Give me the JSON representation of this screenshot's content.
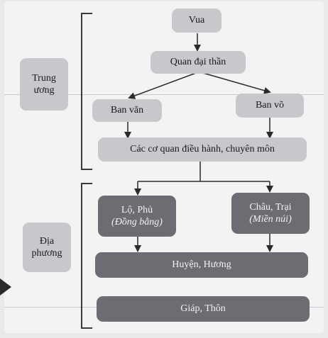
{
  "diagram": {
    "central_label": [
      "Trung",
      "ương"
    ],
    "local_label": [
      "Địa",
      "phương"
    ],
    "nodes": {
      "vua": "Vua",
      "quan_dai_than": "Quan đại thần",
      "ban_van": "Ban văn",
      "ban_vo": "Ban võ",
      "co_quan": "Các cơ quan điều hành, chuyên môn",
      "lo_phu": "Lộ, Phủ",
      "lo_phu_sub": "(Đồng bằng)",
      "chau_trai": "Châu, Trại",
      "chau_trai_sub": "(Miền núi)",
      "huyen_huong": "Huyện, Hương",
      "giap_thon": "Giáp, Thôn"
    },
    "colors": {
      "central_box": "#c7c8cb",
      "local_box": "#6b6d72",
      "connector": "#2a2a2a"
    }
  }
}
